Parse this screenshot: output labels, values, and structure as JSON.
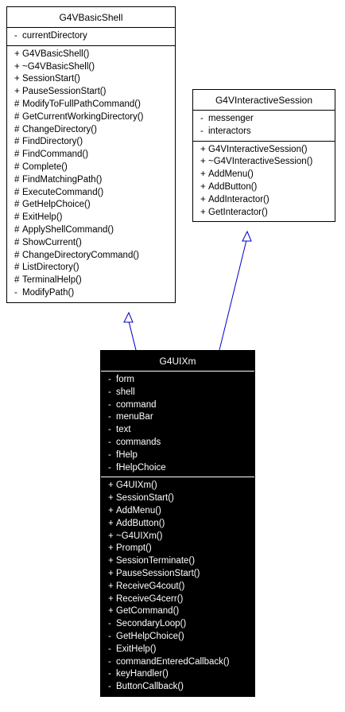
{
  "classes": {
    "basic_shell": {
      "name": "G4VBasicShell",
      "attributes": [
        {
          "vis": "-",
          "text": "currentDirectory"
        }
      ],
      "operations": [
        {
          "vis": "+",
          "text": "G4VBasicShell()"
        },
        {
          "vis": "+",
          "text": "~G4VBasicShell()"
        },
        {
          "vis": "+",
          "text": "SessionStart()"
        },
        {
          "vis": "+",
          "text": "PauseSessionStart()"
        },
        {
          "vis": "#",
          "text": "ModifyToFullPathCommand()"
        },
        {
          "vis": "#",
          "text": "GetCurrentWorkingDirectory()"
        },
        {
          "vis": "#",
          "text": "ChangeDirectory()"
        },
        {
          "vis": "#",
          "text": "FindDirectory()"
        },
        {
          "vis": "#",
          "text": "FindCommand()"
        },
        {
          "vis": "#",
          "text": "Complete()"
        },
        {
          "vis": "#",
          "text": "FindMatchingPath()"
        },
        {
          "vis": "#",
          "text": "ExecuteCommand()"
        },
        {
          "vis": "#",
          "text": "GetHelpChoice()"
        },
        {
          "vis": "#",
          "text": "ExitHelp()"
        },
        {
          "vis": "#",
          "text": "ApplyShellCommand()"
        },
        {
          "vis": "#",
          "text": "ShowCurrent()"
        },
        {
          "vis": "#",
          "text": "ChangeDirectoryCommand()"
        },
        {
          "vis": "#",
          "text": "ListDirectory()"
        },
        {
          "vis": "#",
          "text": "TerminalHelp()"
        },
        {
          "vis": "-",
          "text": "ModifyPath()"
        }
      ]
    },
    "interactive_session": {
      "name": "G4VInteractiveSession",
      "attributes": [
        {
          "vis": "-",
          "text": "messenger"
        },
        {
          "vis": "-",
          "text": "interactors"
        }
      ],
      "operations": [
        {
          "vis": "+",
          "text": "G4VInteractiveSession()"
        },
        {
          "vis": "+",
          "text": "~G4VInteractiveSession()"
        },
        {
          "vis": "+",
          "text": "AddMenu()"
        },
        {
          "vis": "+",
          "text": "AddButton()"
        },
        {
          "vis": "+",
          "text": "AddInteractor()"
        },
        {
          "vis": "+",
          "text": "GetInteractor()"
        }
      ]
    },
    "uixm": {
      "name": "G4UIXm",
      "attributes": [
        {
          "vis": "-",
          "text": "form"
        },
        {
          "vis": "-",
          "text": "shell"
        },
        {
          "vis": "-",
          "text": "command"
        },
        {
          "vis": "-",
          "text": "menuBar"
        },
        {
          "vis": "-",
          "text": "text"
        },
        {
          "vis": "-",
          "text": "commands"
        },
        {
          "vis": "-",
          "text": "fHelp"
        },
        {
          "vis": "-",
          "text": "fHelpChoice"
        }
      ],
      "operations": [
        {
          "vis": "+",
          "text": "G4UIXm()"
        },
        {
          "vis": "+",
          "text": "SessionStart()"
        },
        {
          "vis": "+",
          "text": "AddMenu()"
        },
        {
          "vis": "+",
          "text": "AddButton()"
        },
        {
          "vis": "+",
          "text": "~G4UIXm()"
        },
        {
          "vis": "+",
          "text": "Prompt()"
        },
        {
          "vis": "+",
          "text": "SessionTerminate()"
        },
        {
          "vis": "+",
          "text": "PauseSessionStart()"
        },
        {
          "vis": "+",
          "text": "ReceiveG4cout()"
        },
        {
          "vis": "+",
          "text": "ReceiveG4cerr()"
        },
        {
          "vis": "+",
          "text": "GetCommand()"
        },
        {
          "vis": "-",
          "text": "SecondaryLoop()"
        },
        {
          "vis": "-",
          "text": "GetHelpChoice()"
        },
        {
          "vis": "-",
          "text": "ExitHelp()"
        },
        {
          "vis": "-",
          "text": "commandEnteredCallback()"
        },
        {
          "vis": "-",
          "text": "keyHandler()"
        },
        {
          "vis": "-",
          "text": "ButtonCallback()"
        }
      ]
    }
  },
  "colors": {
    "edge": "#0000cc",
    "dark_box": "#000000",
    "light_box": "#ffffff"
  }
}
